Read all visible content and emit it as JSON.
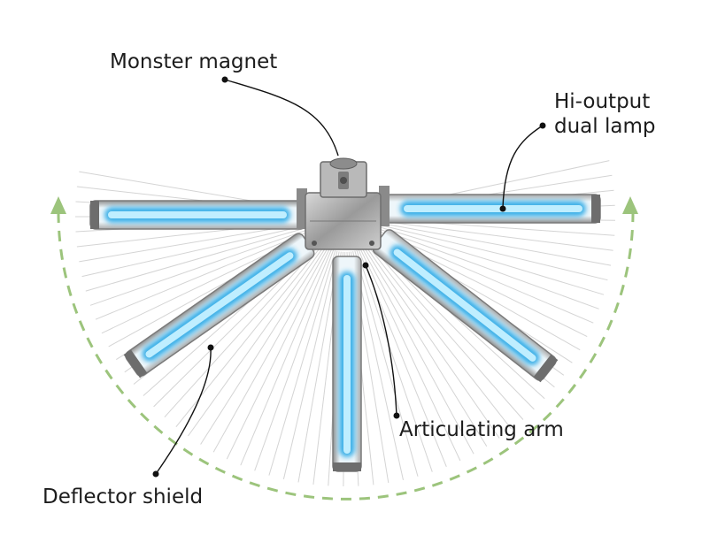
{
  "labels": {
    "monster_magnet": "Monster magnet",
    "hi_output_line1": "Hi-output",
    "hi_output_line2": "dual lamp",
    "articulating_arm": "Articulating arm",
    "deflector_shield": "Deflector shield"
  },
  "colors": {
    "lamp_glow": "#29a9e6",
    "lamp_core": "#bfeeff",
    "housing": "#c9c9c9",
    "rays": "#d2d2d2",
    "coverage_arrow": "#9cc47c",
    "leader_line": "#111111"
  },
  "icons": [
    "coverage-arrow-left-icon",
    "coverage-arrow-right-icon"
  ]
}
